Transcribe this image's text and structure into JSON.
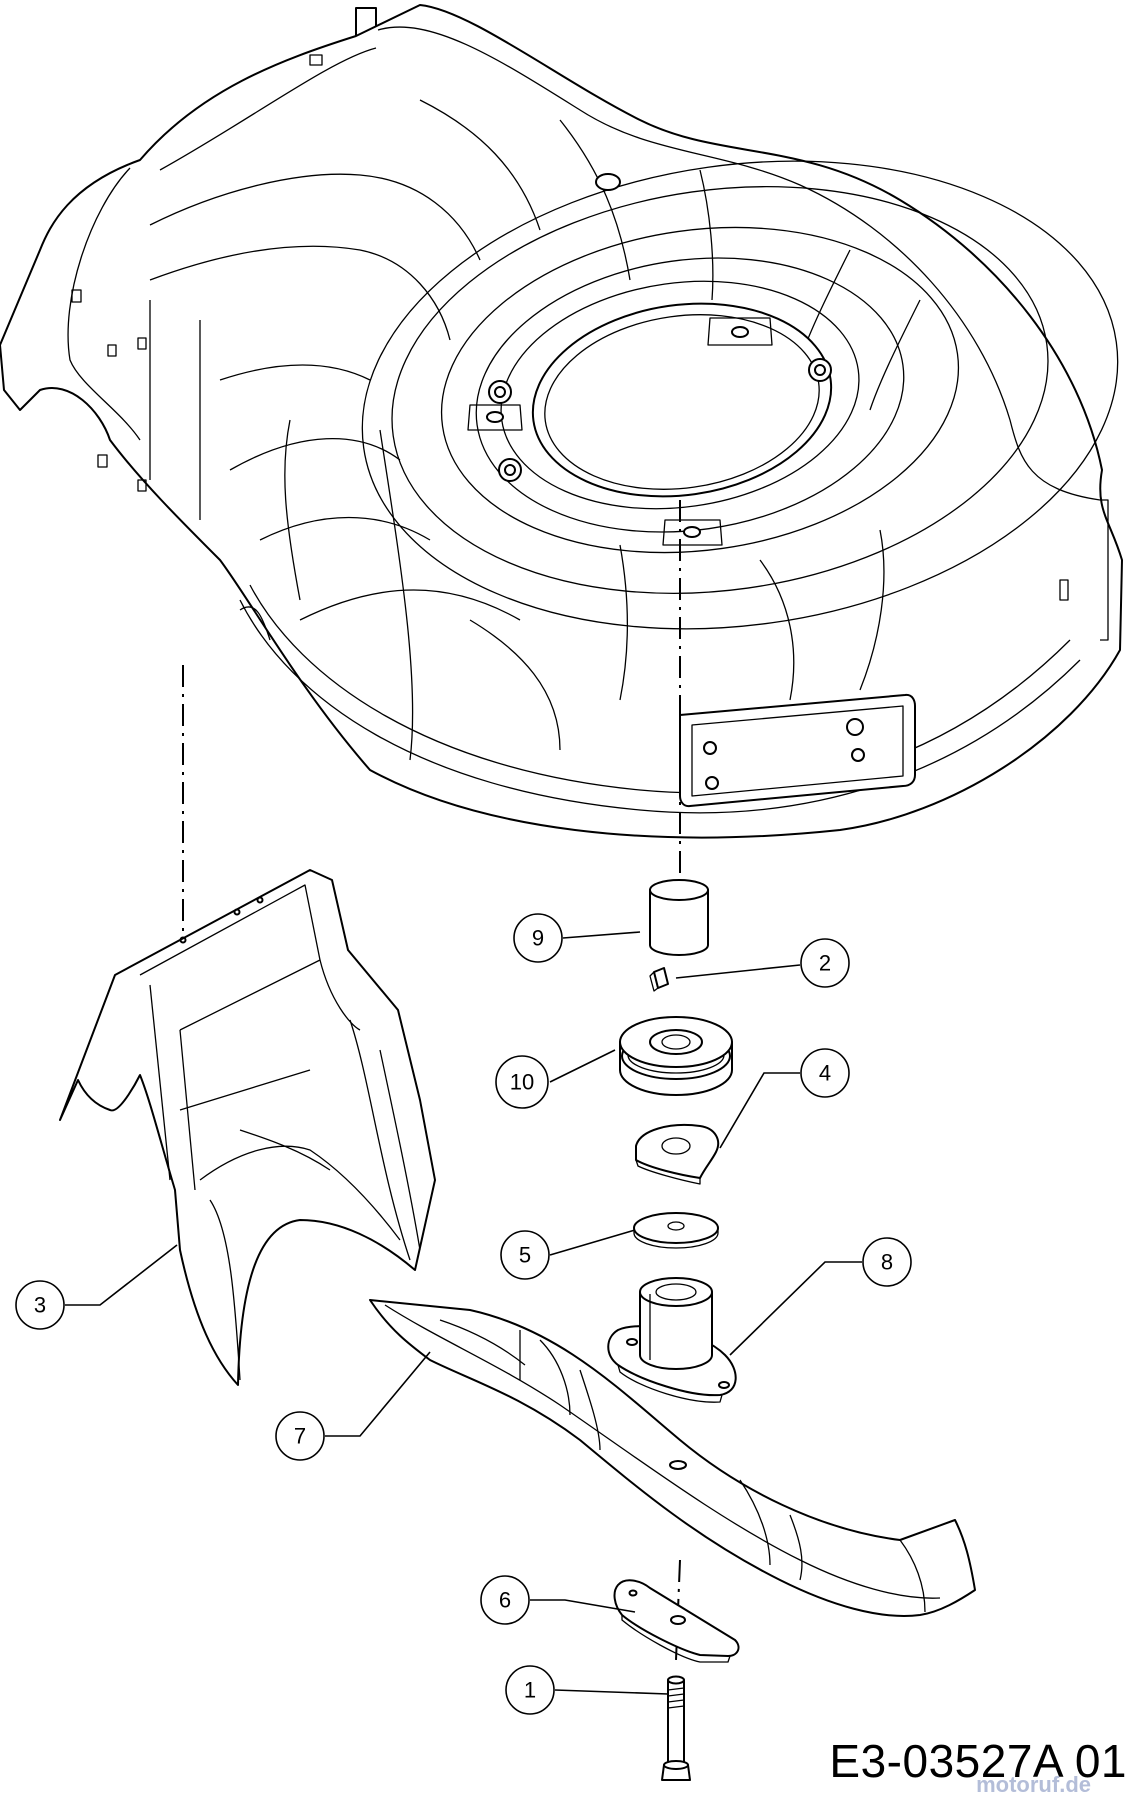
{
  "callouts": [
    {
      "id": "1",
      "label": "1"
    },
    {
      "id": "2",
      "label": "2"
    },
    {
      "id": "3",
      "label": "3"
    },
    {
      "id": "4",
      "label": "4"
    },
    {
      "id": "5",
      "label": "5"
    },
    {
      "id": "6",
      "label": "6"
    },
    {
      "id": "7",
      "label": "7"
    },
    {
      "id": "8",
      "label": "8"
    },
    {
      "id": "9",
      "label": "9"
    },
    {
      "id": "10",
      "label": "10"
    }
  ],
  "drawing_code": "E3-03527A 01",
  "watermark": "motoruf.de"
}
